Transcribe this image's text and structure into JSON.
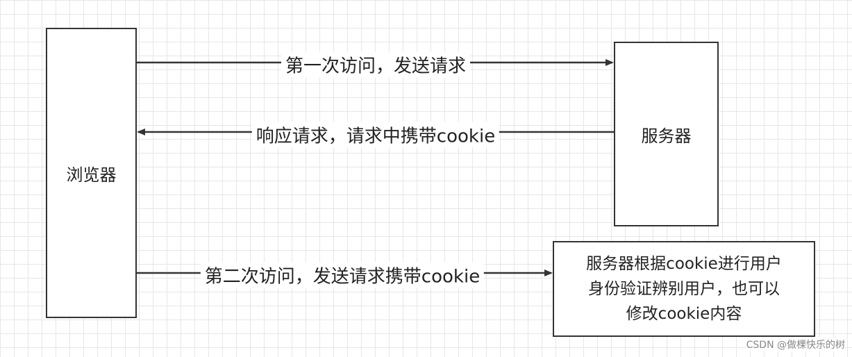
{
  "nodes": {
    "browser": "浏览器",
    "server": "服务器",
    "note_lines": [
      "服务器根据cookie进行用户",
      "身份验证辨别用户，也可以",
      "修改cookie内容"
    ]
  },
  "messages": {
    "first_request": "第一次访问，发送请求",
    "response": "响应请求，请求中携带cookie",
    "second_request": "第二次访问，发送请求携带cookie"
  },
  "watermark": "CSDN @做棵快乐的树",
  "colors": {
    "line": "#333333",
    "grid": "#e6e6e6"
  }
}
